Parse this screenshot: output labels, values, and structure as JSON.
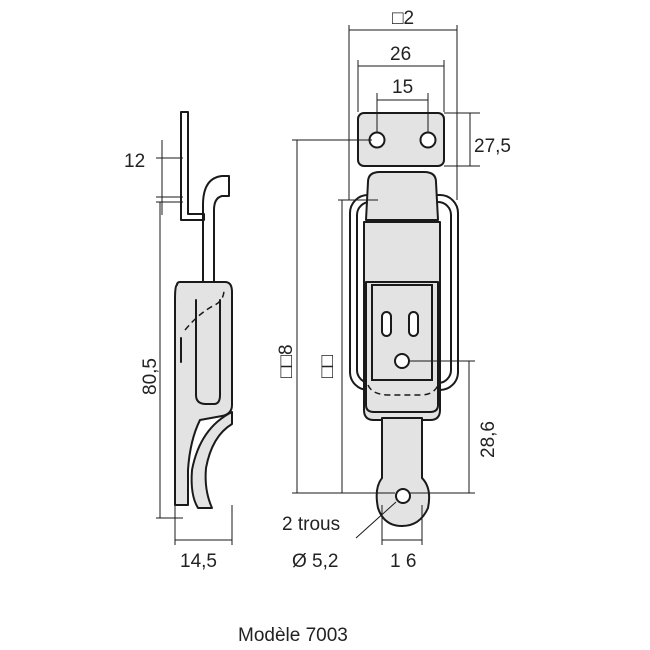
{
  "dimensions": {
    "top_width_small": "15",
    "top_width_mid": "26",
    "top_width_max": "□2",
    "hook_height": "12",
    "plate_height": "27,5",
    "total_height_side": "80,5",
    "overall_height_front": "□□8",
    "inner_height_front": "□□",
    "bottom_hole_height": "28,6",
    "side_depth": "14,5",
    "holes_count": "2 trous",
    "holes_diameter": "Ø 5,2",
    "bottom_width": "1 6"
  },
  "caption": "Modèle 7003",
  "colors": {
    "line": "#1a1a1a",
    "fill": "#e3e3e3",
    "text": "#222222"
  }
}
